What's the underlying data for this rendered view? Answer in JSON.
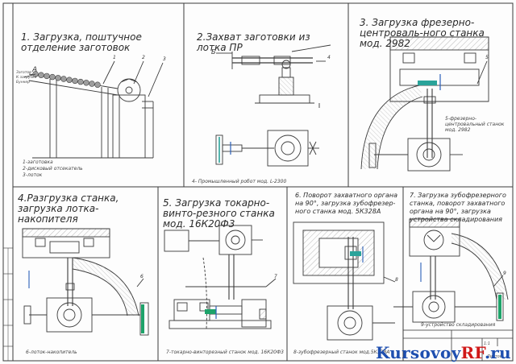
{
  "panels": [
    {
      "title": "1. Загрузка, поштучное отделение заготовок",
      "notes": [
        "1-заготовка",
        "2-дисковый отсекатель",
        "3-лоток"
      ],
      "callouts": [
        "1",
        "2",
        "3"
      ],
      "view_label": "A",
      "side_text": [
        "Заготов",
        "К загрузке",
        "Бункер"
      ]
    },
    {
      "title": "2.Захват заготовки из лотка ПР",
      "notes": [
        "4- Промышленный робот мод. L-2300"
      ],
      "callouts": [
        "4"
      ],
      "view_label": "Б"
    },
    {
      "title": "3. Загрузка фрезерно-центроваль-ного станка мод. 2982",
      "notes": [
        "5-фрезерно-центровальный станок мод. 2982"
      ],
      "callouts": [
        "5"
      ]
    },
    {
      "title": "4.Разгрузка станка, загрузка лотка-накопителя",
      "notes": [
        "6-лоток-накопитель"
      ],
      "callouts": [
        "6"
      ]
    },
    {
      "title": "5. Загрузка токарно-винто-резного станка мод. 16К20Ф3",
      "notes": [
        "7-токарно-винторезный станок мод. 16К20Ф3"
      ],
      "callouts": [
        "7"
      ]
    },
    {
      "title": "6. Поворот захватного органа на 90°, загрузка зубофрезер-ного станка мод. 5К328А",
      "notes": [
        "8-зубофрезерный станок мод.5К328А"
      ],
      "callouts": [
        "8"
      ]
    },
    {
      "title": "7. Загрузка зубофрезерного станка, поворот захватного органа на 90°, загрузка устройства складирования",
      "notes": [
        "9-устройство складирования"
      ],
      "callouts": [
        "9"
      ]
    }
  ],
  "title_block": {
    "scale": "1:1",
    "sheet": "Листов"
  },
  "watermark": {
    "main": "Kursovoy",
    "accent": "RF",
    "domain": ".ru"
  },
  "colors": {
    "line": "#3a3a3a",
    "accent_teal": "#2aa39a",
    "accent_blue": "#2a5fb8",
    "accent_green": "#1ea36a"
  }
}
